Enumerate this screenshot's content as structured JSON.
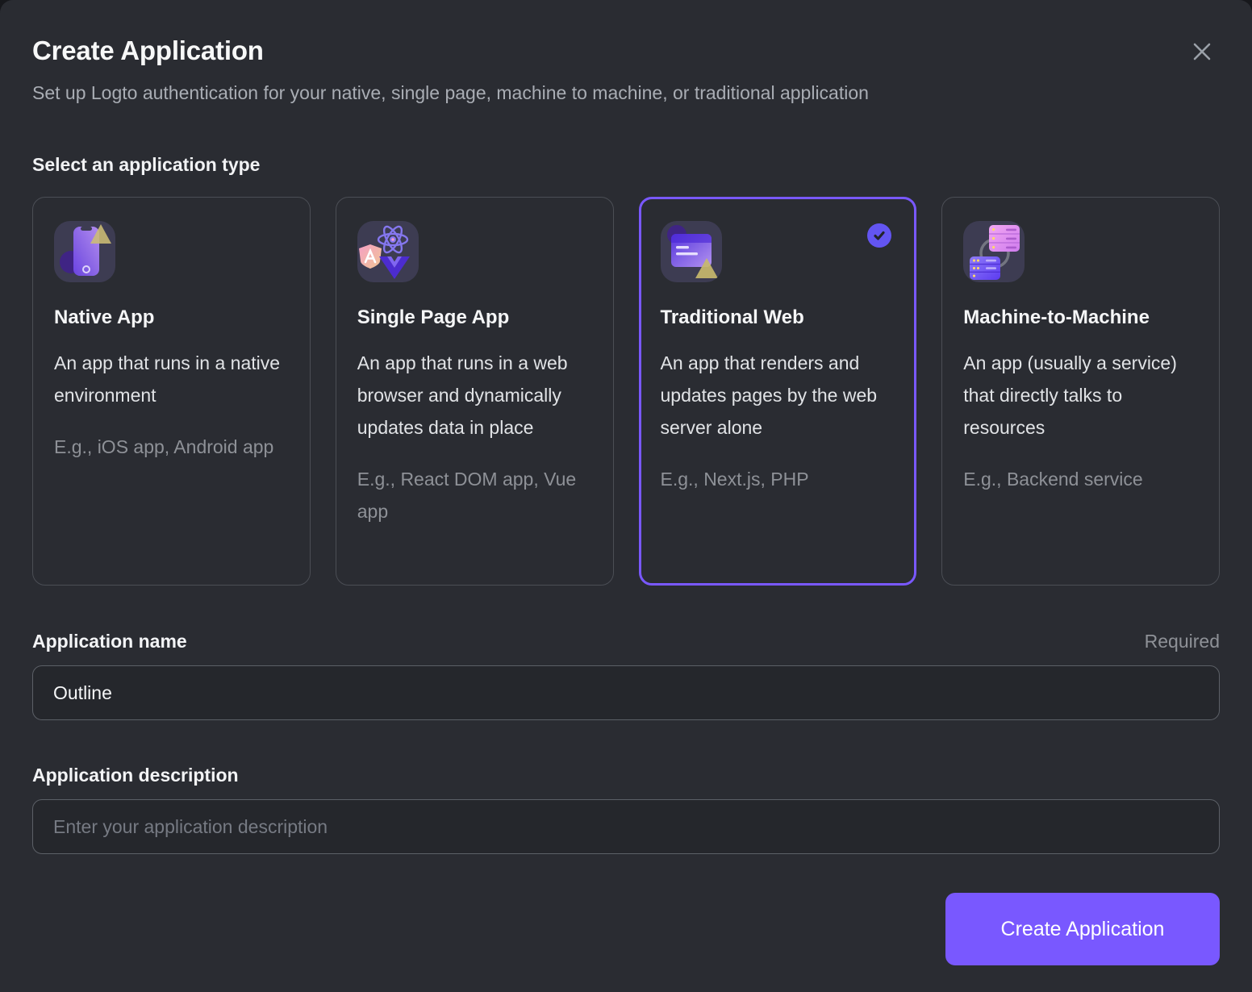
{
  "modal": {
    "title": "Create Application",
    "subtitle": "Set up Logto authentication for your native, single page, machine to machine, or traditional application",
    "close_icon": "close-icon"
  },
  "section_label": "Select an application type",
  "cards": [
    {
      "icon": "native-app-icon",
      "title": "Native App",
      "description": "An app that runs in a native environment",
      "example": "E.g., iOS app, Android app",
      "selected": false
    },
    {
      "icon": "single-page-app-icon",
      "title": "Single Page App",
      "description": "An app that runs in a web browser and dynamically updates data in place",
      "example": "E.g., React DOM app, Vue app",
      "selected": false
    },
    {
      "icon": "traditional-web-icon",
      "title": "Traditional Web",
      "description": "An app that renders and updates pages by the web server alone",
      "example": "E.g., Next.js, PHP",
      "selected": true
    },
    {
      "icon": "machine-to-machine-icon",
      "title": "Machine-to-Machine",
      "description": "An app (usually a service) that directly talks to resources",
      "example": "E.g., Backend service",
      "selected": false
    }
  ],
  "form": {
    "name_label": "Application name",
    "name_required": "Required",
    "name_value": "Outline",
    "description_label": "Application description",
    "description_placeholder": "Enter your application description"
  },
  "footer": {
    "create_button_label": "Create Application"
  },
  "colors": {
    "accent": "#7958ff",
    "selected_border": "#7958ff",
    "modal_background": "#2a2c32",
    "backdrop": "#17181c",
    "check_badge": "#6355f2"
  }
}
